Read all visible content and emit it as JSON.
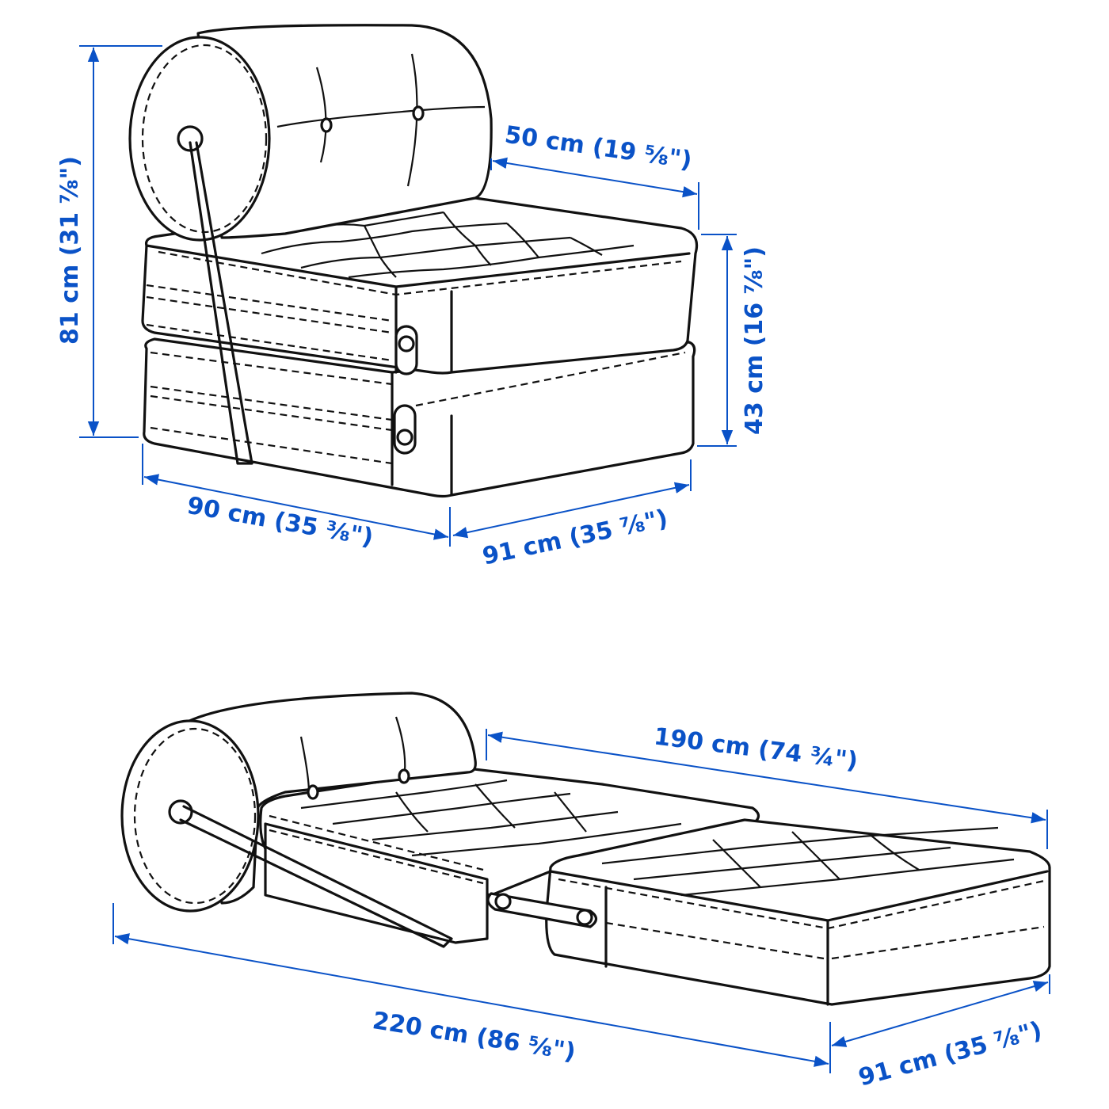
{
  "accent_color": "#0a52c7",
  "folded": {
    "height_label": "81 cm (31 ⅞\")",
    "backrest_depth_label": "50 cm (19 ⅝\")",
    "seat_height_label": "43 cm (16 ⅞\")",
    "width_label": "90 cm (35 ⅜\")",
    "depth_label": "91 cm (35 ⅞\")"
  },
  "unfolded": {
    "mattress_length_label": "190 cm (74 ¾\")",
    "total_length_label": "220 cm (86 ⅝\")",
    "width_label": "91 cm (35 ⅞\")"
  }
}
